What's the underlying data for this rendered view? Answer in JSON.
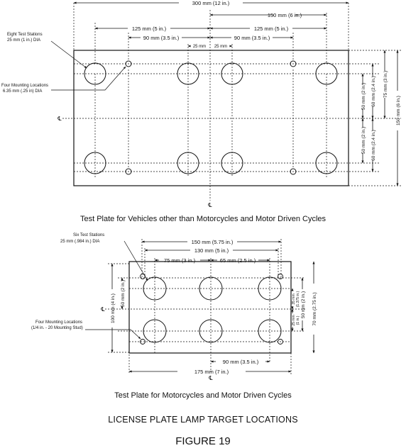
{
  "top": {
    "dim_300": "300 mm (12 in.)",
    "dim_150": "150 mm (6 in.)",
    "dim_125_left": "125 mm (5 in.)",
    "dim_125_right": "125 mm (5 in.)",
    "dim_90_left": "90 mm (3.5 in.)",
    "dim_90_right": "90 mm (3.5 in.)",
    "dim_25_left": "25 mm",
    "dim_25_right": "25 mm",
    "stations_label": [
      "Eight Test Stations",
      "25 mm (1 in.) DIA"
    ],
    "mounting_label": [
      "Four Mounting Locations",
      "6.35 mm (.25 in) DIA"
    ],
    "centerline_symbol": "℄",
    "dim_50_upper": "50 mm (2 in.)",
    "dim_60_upper": "60 mm (2.4 in.)",
    "dim_75": "75 mm (3 in.)",
    "dim_150_vertical": "150 mm (6 in.)",
    "dim_50_lower": "50 mm (2 in.)",
    "dim_60_lower": "60 mm (2.4 in.)",
    "caption": "Test Plate for Vehicles other than Motorcycles and Motor Driven Cycles"
  },
  "bottom": {
    "stations_label": [
      "Six Test Stations",
      "25 mm (.984 in.) DIA"
    ],
    "dim_150": "150 mm (5.75 in.)",
    "dim_130": "130 mm (5 in.)",
    "dim_75": "75 mm (3 in.)",
    "dim_65": "65 mm (2.5 in.)",
    "dim_100": "100 mm (4 in.)",
    "dim_50_left": "50 mm (2 in.)",
    "mounting_label": [
      "Four Mounting Locations",
      "(1/4 in. - 20 Mounting Stud)"
    ],
    "centerline_symbol": "℄",
    "dim_35": [
      "35 mm",
      "(1.375 in.)"
    ],
    "dim_25": [
      "25 mm",
      "(1 in.)"
    ],
    "dim_50_right": "50 mm (2 in.)",
    "dim_70": "70 mm (2.75 in.)",
    "dim_90": "90 mm (3.5 in.)",
    "dim_175": "175 mm (7 in.)",
    "caption": "Test Plate for Motorcycles and Motor Driven Cycles"
  },
  "title": "LICENSE PLATE LAMP TARGET LOCATIONS",
  "figure": "FIGURE 19"
}
